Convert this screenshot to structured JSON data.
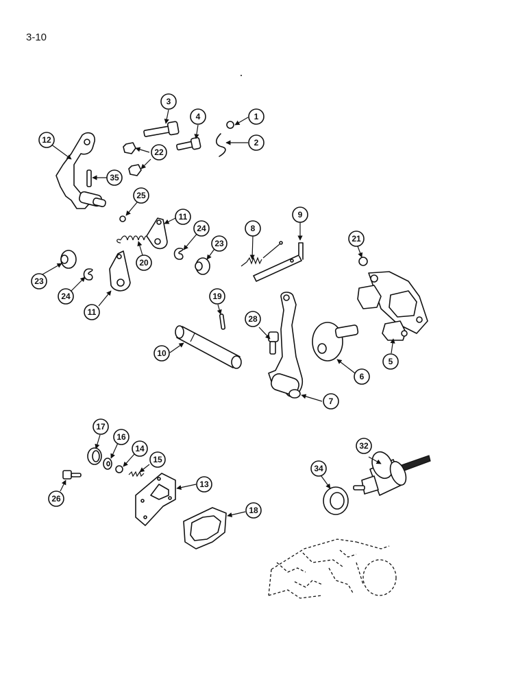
{
  "page": {
    "number": "3-10"
  },
  "callouts": [
    "1",
    "2",
    "3",
    "4",
    "5",
    "6",
    "7",
    "8",
    "9",
    "10",
    "11",
    "11",
    "12",
    "13",
    "14",
    "15",
    "16",
    "17",
    "18",
    "19",
    "20",
    "21",
    "22",
    "23",
    "23",
    "24",
    "24",
    "25",
    "26",
    "28",
    "32",
    "34",
    "35"
  ],
  "colors": {
    "ink": "#111111",
    "paper": "#ffffff"
  }
}
